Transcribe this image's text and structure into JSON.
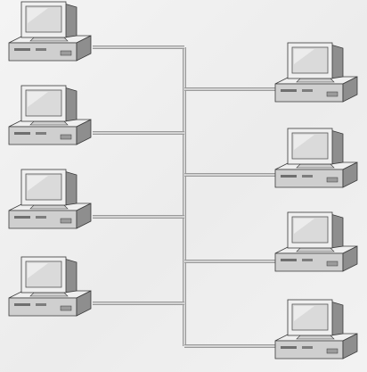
{
  "diagram": {
    "kind": "network-topology",
    "colors": {
      "background": "#f1f1f1",
      "cable": "#9a9a9a",
      "cable_core": "#e4e4e4",
      "case_light": "#efefef",
      "case_mid": "#cfcfcf",
      "case_dark": "#8e8e8e",
      "screen": "#dadada",
      "outline": "#3a3a3a"
    },
    "computers": [
      {
        "id": "left-1",
        "side": "left"
      },
      {
        "id": "left-2",
        "side": "left"
      },
      {
        "id": "left-3",
        "side": "left"
      },
      {
        "id": "left-4",
        "side": "left"
      },
      {
        "id": "right-1",
        "side": "right"
      },
      {
        "id": "right-2",
        "side": "right"
      },
      {
        "id": "right-3",
        "side": "right"
      },
      {
        "id": "right-4",
        "side": "right"
      },
      {
        "id": "right-5",
        "side": "right"
      }
    ]
  }
}
